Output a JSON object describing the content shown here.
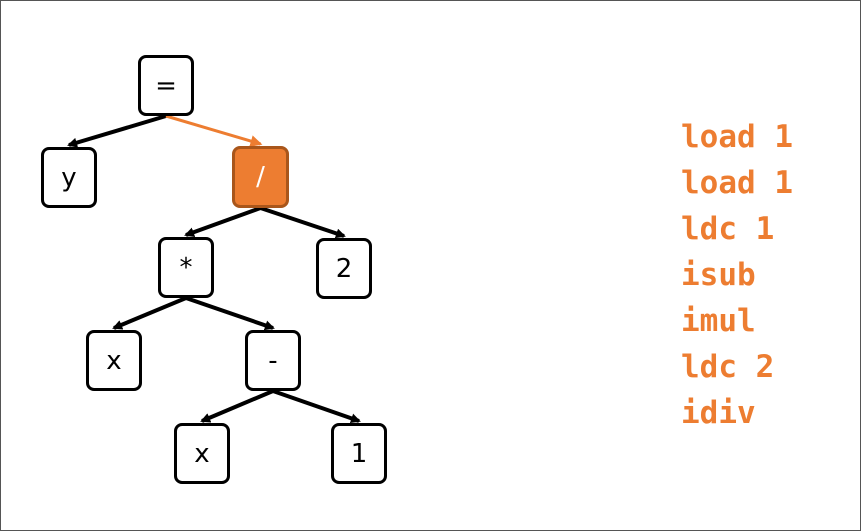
{
  "tree": {
    "nodes": [
      {
        "id": "assign",
        "label": "="
      },
      {
        "id": "y",
        "label": "y"
      },
      {
        "id": "div",
        "label": "/",
        "highlight": true
      },
      {
        "id": "mul",
        "label": "*"
      },
      {
        "id": "two",
        "label": "2"
      },
      {
        "id": "x1",
        "label": "x"
      },
      {
        "id": "sub",
        "label": "-"
      },
      {
        "id": "x2",
        "label": "x"
      },
      {
        "id": "one",
        "label": "1"
      }
    ],
    "edges": [
      {
        "from": "assign",
        "to": "y"
      },
      {
        "from": "assign",
        "to": "div",
        "highlight": true
      },
      {
        "from": "div",
        "to": "mul"
      },
      {
        "from": "div",
        "to": "two"
      },
      {
        "from": "mul",
        "to": "x1"
      },
      {
        "from": "mul",
        "to": "sub"
      },
      {
        "from": "sub",
        "to": "x2"
      },
      {
        "from": "sub",
        "to": "one"
      }
    ]
  },
  "bytecode": {
    "lines": [
      "load 1",
      "load 1",
      "ldc 1",
      "isub",
      "imul",
      "ldc 2",
      "idiv"
    ]
  },
  "colors": {
    "accent": "#ED7D31",
    "accent_border": "#A9561B",
    "edge": "#000000"
  }
}
